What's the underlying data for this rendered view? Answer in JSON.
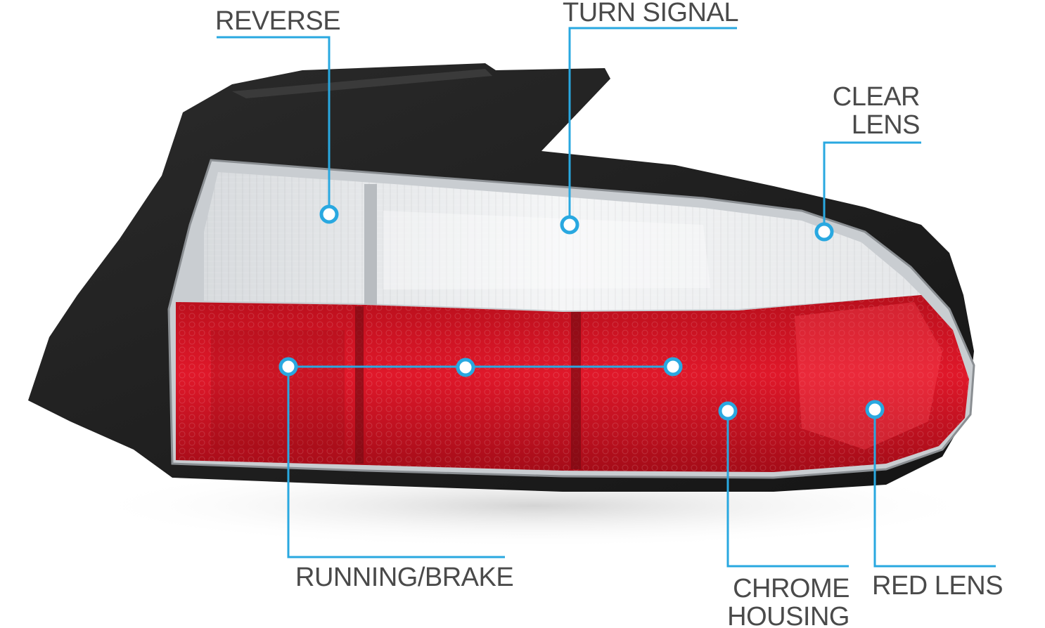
{
  "callouts": {
    "reverse": {
      "label": "REVERSE"
    },
    "turn_signal": {
      "label": "TURN SIGNAL"
    },
    "clear_lens": {
      "line1": "CLEAR",
      "line2": "LENS"
    },
    "running_brake": {
      "label": "RUNNING/BRAKE"
    },
    "chrome_housing": {
      "line1": "CHROME",
      "line2": "HOUSING"
    },
    "red_lens": {
      "label": "RED LENS"
    }
  },
  "colors": {
    "callout_line": "#29a8e0",
    "label_text": "#4a4a4a",
    "housing": "#1f1f1f",
    "red_lens": "#d01220",
    "clear_lens": "#eef0f2"
  }
}
